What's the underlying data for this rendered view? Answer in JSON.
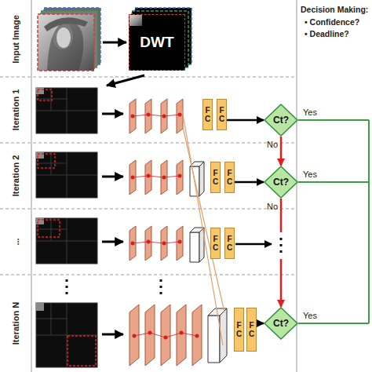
{
  "diagram": {
    "nodes": [
      {
        "text": [
          "DWT"
        ]
      },
      {
        "text": [
          "F C"
        ]
      },
      {
        "text": [
          "F C"
        ]
      },
      {
        "text": [
          "Ct?"
        ]
      },
      {
        "text": [
          "F C"
        ]
      },
      {
        "text": [
          "F C"
        ]
      },
      {
        "text": [
          "Ct?"
        ]
      },
      {
        "text": [
          "F C"
        ]
      },
      {
        "text": [
          "F C"
        ]
      },
      {
        "text": [
          "F C"
        ]
      },
      {
        "text": [
          "F C"
        ]
      },
      {
        "text": [
          "Ct?"
        ]
      }
    ],
    "edges": [
      {
        "from": 2,
        "to": 3,
        "arrow": "to"
      },
      {
        "from": 5,
        "to": 6,
        "arrow": "to"
      },
      {
        "from": 10,
        "to": 11,
        "arrow": "to"
      },
      {
        "from": 3,
        "to": 6,
        "label": "No",
        "arrow": "to"
      },
      {
        "from": 6,
        "to": 11,
        "label": "No",
        "arrow": "to"
      }
    ],
    "labels": [
      "Input Image",
      "Iteration 1",
      "Iteration 2",
      "...",
      "Iteration N",
      "Decision Making:",
      "• Confidence?",
      "• Deadline?",
      "Yes",
      "Yes",
      "Yes"
    ]
  }
}
